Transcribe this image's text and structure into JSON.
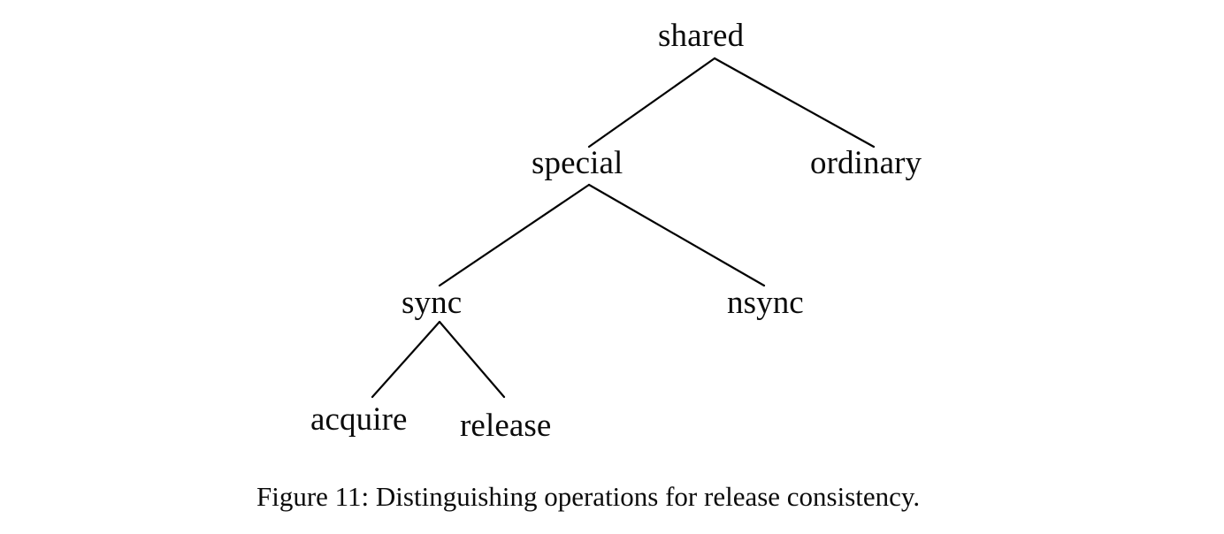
{
  "figure": {
    "background_color": "#ffffff",
    "line_color": "#000000",
    "text_color": "#0b0b0b",
    "caption": "Figure 11: Distinguishing operations for release consistency.",
    "caption_number": "Figure 11",
    "title": "Distinguishing operations for release consistency."
  },
  "tree": {
    "type": "hierarchy-diagram",
    "nodes": [
      {
        "id": "shared",
        "label": "shared",
        "level": 0,
        "parent": null
      },
      {
        "id": "special",
        "label": "special",
        "level": 1,
        "parent": "shared"
      },
      {
        "id": "ordinary",
        "label": "ordinary",
        "level": 1,
        "parent": "shared"
      },
      {
        "id": "sync",
        "label": "sync",
        "level": 2,
        "parent": "special"
      },
      {
        "id": "nsync",
        "label": "nsync",
        "level": 2,
        "parent": "special"
      },
      {
        "id": "acquire",
        "label": "acquire",
        "level": 3,
        "parent": "sync"
      },
      {
        "id": "release",
        "label": "release",
        "level": 3,
        "parent": "sync"
      }
    ],
    "edges": [
      {
        "from": "shared",
        "to": "special"
      },
      {
        "from": "shared",
        "to": "ordinary"
      },
      {
        "from": "special",
        "to": "sync"
      },
      {
        "from": "special",
        "to": "nsync"
      },
      {
        "from": "sync",
        "to": "acquire"
      },
      {
        "from": "sync",
        "to": "release"
      }
    ]
  }
}
